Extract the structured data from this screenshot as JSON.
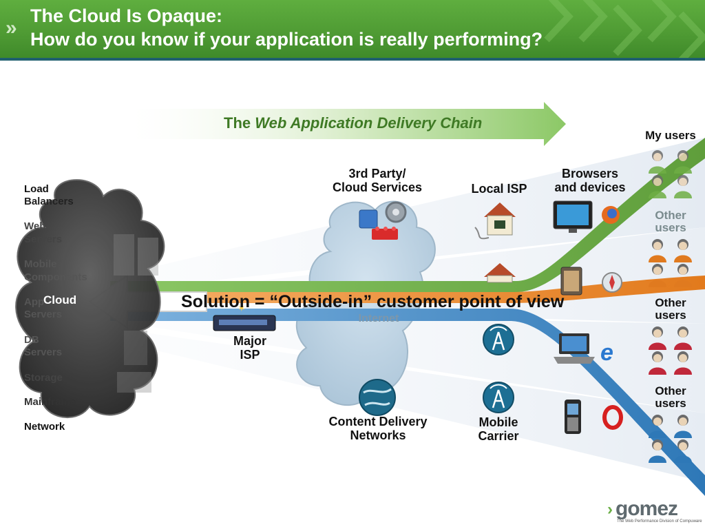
{
  "header": {
    "title_line1": "The Cloud Is Opaque:",
    "title_line2": "How do you know if your application is really performing?"
  },
  "chain_arrow": {
    "prefix": "The",
    "emphasis": "Web Application Delivery Chain"
  },
  "left_components": [
    "Load",
    "Balancers",
    "Web",
    "Servers",
    "Mobile",
    "Components",
    "App",
    "Servers",
    "DB",
    "Servers",
    "Storage",
    "Mainframe",
    "Network"
  ],
  "cloud_label": "Cloud",
  "solution_text": "Solution = “Outside-in” customer point of view",
  "nodes": {
    "third_party_line1": "3rd Party/",
    "third_party_line2": "Cloud Services",
    "local_isp": "Local ISP",
    "browsers_line1": "Browsers",
    "browsers_line2": "and devices",
    "major_isp_line1": "Major",
    "major_isp_line2": "ISP",
    "internet": "Internet",
    "cdn_line1": "Content Delivery",
    "cdn_line2": "Networks",
    "mobile_line1": "Mobile",
    "mobile_line2": "Carrier"
  },
  "users": {
    "my_users": "My users",
    "other1_line1": "Other",
    "other1_line2": "users",
    "other2_line1": "Other",
    "other2_line2": "users",
    "other3_line1": "Other",
    "other3_line2": "users"
  },
  "logo": {
    "brand": "gomez",
    "tagline": "The Web Performance Division of Compuware"
  },
  "colors": {
    "header_green": "#4e9a33",
    "header_rule": "#1f5f6f",
    "green_band": "#7ab648",
    "orange_band": "#f08a24",
    "blue_band": "#3b87c6",
    "my_users_green": "#6fae45",
    "orange_users": "#e07a1f",
    "red_users": "#c0283a",
    "blue_users": "#2e78b7"
  }
}
